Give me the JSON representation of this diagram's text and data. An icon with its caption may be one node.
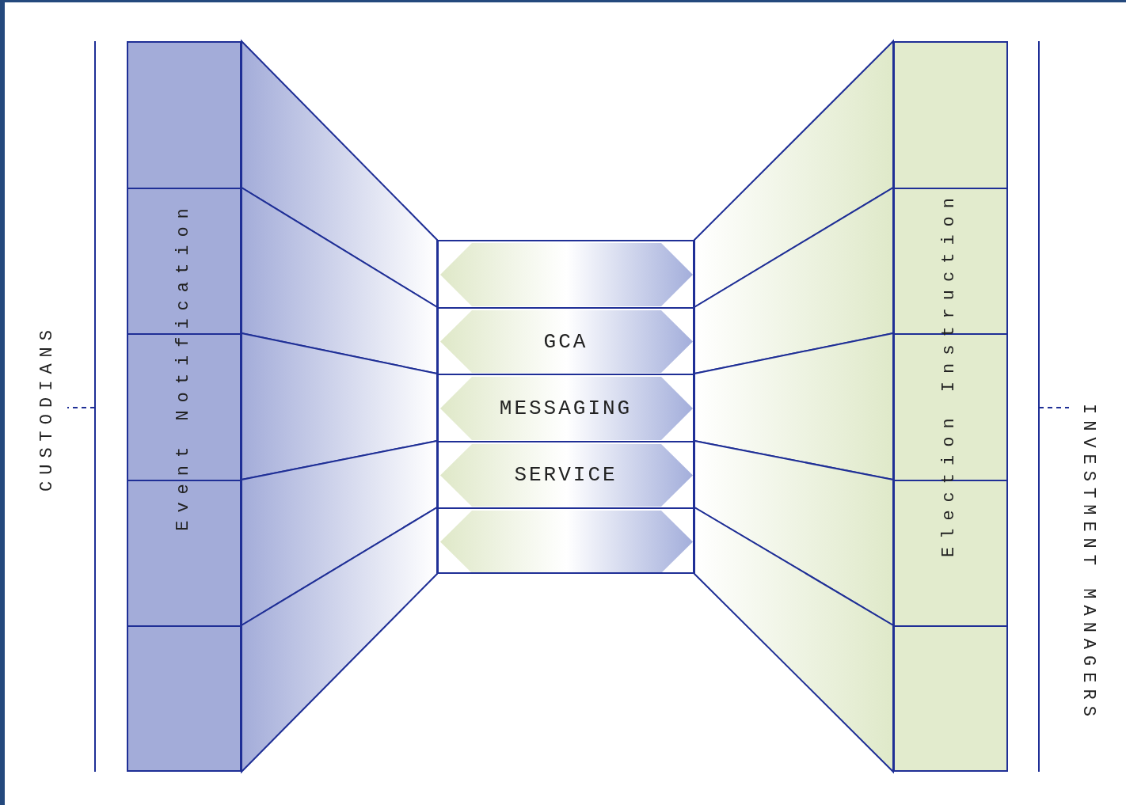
{
  "diagram": {
    "nodes": [
      {
        "text": [
          "Event Notification"
        ]
      },
      {
        "text": [
          "GCA MESSAGING SERVICE"
        ]
      },
      {
        "text": [
          "Election Instruction"
        ]
      }
    ],
    "labels": [
      "CUSTODIANS",
      "INVESTMENT MANAGERS"
    ]
  }
}
